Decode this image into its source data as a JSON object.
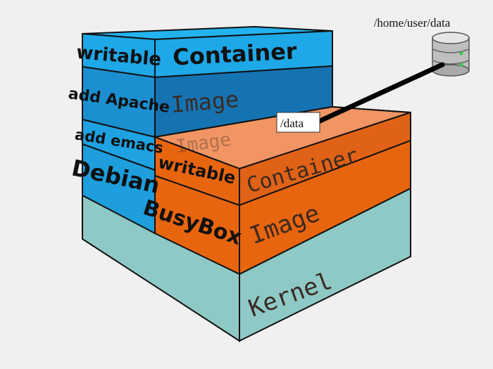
{
  "colors": {
    "background": "#f0f0f0",
    "blue_light": "#1ea8e8",
    "blue_mid": "#1c8fd0",
    "blue_dark": "#1673b2",
    "orange": "#e8650f",
    "orange_light": "#f0854a",
    "teal": "#8ec9c6",
    "teal_dark": "#6fb3ae"
  },
  "labels": {
    "blue_writable": "writable",
    "blue_container": "Container",
    "add_apache": "add Apache",
    "blue_image": "Image",
    "add_emacs": "add emacs",
    "debian": "Debian",
    "ghost_image": "Image",
    "orange_writable": "writable",
    "orange_container": "Container",
    "busybox": "BusyBox",
    "orange_image": "Image",
    "kernel": "Kernel",
    "host_path": "/home/user/data",
    "mount_path": "/data"
  },
  "icons": {
    "database": "database-icon"
  }
}
